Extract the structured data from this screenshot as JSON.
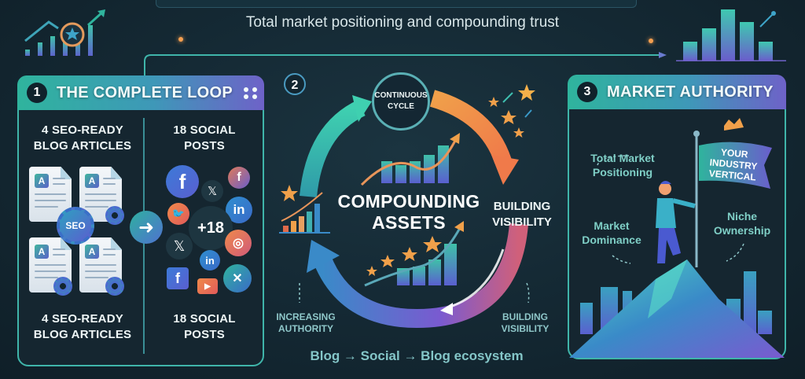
{
  "header": {
    "subtitle": "Total market positioning and compounding trust"
  },
  "panel1": {
    "number": "1",
    "title": "THE COMPLETE LOOP",
    "left_column_top": [
      "4 SEO-READY",
      "BLOG ARTICLES"
    ],
    "right_column_top": [
      "18 SOCIAL",
      "POSTS"
    ],
    "left_column_bottom": [
      "4 SEO-READY",
      "BLOG ARTICLES"
    ],
    "right_column_bottom": [
      "18 SOCIAL",
      "POSTS"
    ],
    "doc_badge": "A",
    "seo_gear_label": "SEO",
    "social_count_badge": "+18",
    "social_icons": [
      "facebook-icon",
      "x-icon",
      "facebook-bubble-icon",
      "twitter-icon",
      "linkedin-icon",
      "x-icon",
      "instagram-icon",
      "linkedin-icon",
      "facebook-icon",
      "youtube-icon",
      "analytics-icon"
    ]
  },
  "panel2": {
    "number": "2",
    "center_label": [
      "CONTINUOUS",
      "CYCLE"
    ],
    "main_label": [
      "COMPOUNDING",
      "ASSETS"
    ],
    "right_label": [
      "BUILDING",
      "VISIBILITY"
    ],
    "bottom_left_label": [
      "INCREASING",
      "AUTHORITY"
    ],
    "bottom_right_label": [
      "BUILDING",
      "VISIBILITY"
    ],
    "ecosystem": "Blog → Social → Blog ecosystem"
  },
  "panel3": {
    "number": "3",
    "title": "MARKET AUTHORITY",
    "label_positioning": [
      "Total Market",
      "Positioning"
    ],
    "label_dominance": [
      "Market",
      "Dominance"
    ],
    "label_niche": [
      "Niche",
      "Ownership"
    ],
    "flag_text": [
      "YOUR",
      "INDUSTRY",
      "VERTICAL"
    ]
  },
  "colors": {
    "background": "#152a35",
    "teal": "#2fb49d",
    "blue": "#3e98b8",
    "purple": "#6e62c8",
    "orange": "#f2884a",
    "label_teal": "#7fcfc6"
  }
}
